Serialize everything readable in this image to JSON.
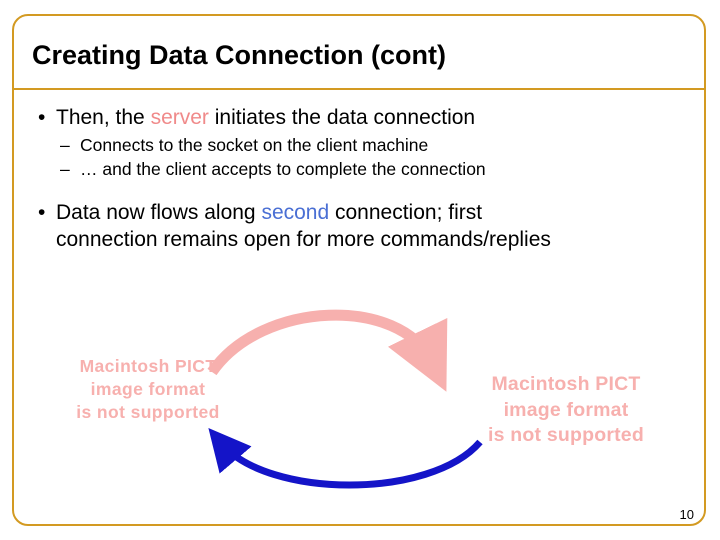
{
  "slide": {
    "title": "Creating Data Connection (cont)",
    "page_number": "10",
    "accent_color": "#d39a22",
    "highlight_color": "#f08a8a",
    "highlight_color_blue": "#4a6fd4",
    "arrow_color_top": "#f7b0ae",
    "arrow_color_bottom": "#1414c8",
    "bullets": [
      {
        "marker": "•",
        "parts": [
          {
            "text": "Then, the ",
            "style": "plain"
          },
          {
            "text": "server",
            "style": "highlight"
          },
          {
            "text": " initiates the data connection",
            "style": "plain"
          }
        ],
        "subs": [
          {
            "marker": "–",
            "text": "Connects to the socket on the client machine"
          },
          {
            "marker": "–",
            "text": "… and the client accepts to complete the connection"
          }
        ]
      },
      {
        "marker": "•",
        "parts": [
          {
            "text": "Data now flows along ",
            "style": "plain"
          },
          {
            "text": "second",
            "style": "highlight-blue"
          },
          {
            "text": " connection; first",
            "style": "plain"
          }
        ],
        "line2": "connection remains open for more commands/replies",
        "subs": []
      }
    ],
    "pict_placeholders": [
      {
        "id": "left",
        "lines": [
          "Macintosh PICT",
          "image format",
          "is not supported"
        ]
      },
      {
        "id": "right",
        "lines": [
          "Macintosh PICT",
          "image format",
          "is not supported"
        ]
      }
    ]
  }
}
